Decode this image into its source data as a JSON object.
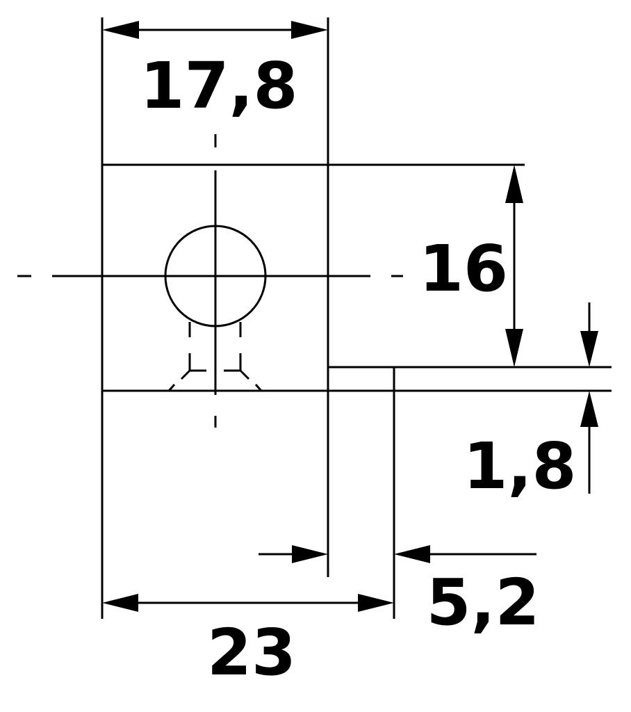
{
  "dimensions": {
    "width_top": "17,8",
    "height": "16",
    "thickness": "1,8",
    "offset": "5,2",
    "width_bottom": "23"
  },
  "colors": {
    "line": "#000000",
    "background": "#ffffff"
  }
}
